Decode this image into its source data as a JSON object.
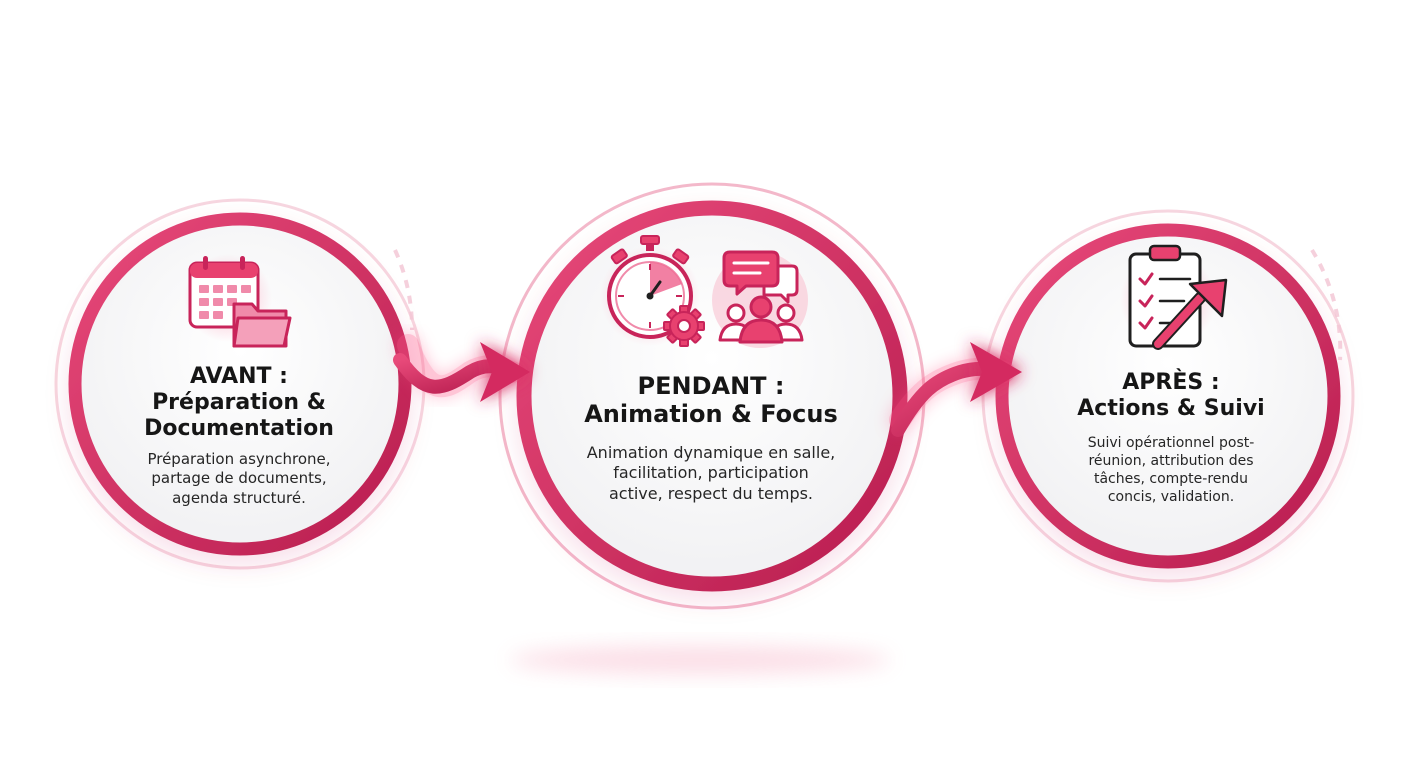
{
  "colors": {
    "accent": "#c8245a",
    "accent_light": "#f06a93",
    "glow": "#ff5c8d",
    "ring_pale": "#f3c4d3",
    "circle_fill": "#f6f6f7"
  },
  "stages": [
    {
      "title_line1": "AVANT :",
      "title_line2": "Préparation &",
      "title_line3": "Documentation",
      "desc_line1": "Préparation asynchrone,",
      "desc_line2": "partage de documents,",
      "desc_line3": "agenda structuré.",
      "icons": [
        "calendar-icon",
        "folder-icon"
      ]
    },
    {
      "title_line1": "PENDANT :",
      "title_line2": "Animation & Focus",
      "desc_line1": "Animation dynamique en salle,",
      "desc_line2": "facilitation, participation",
      "desc_line3": "active, respect du temps.",
      "icons": [
        "stopwatch-icon",
        "gear-icon",
        "chat-bubble-icon",
        "team-icon"
      ]
    },
    {
      "title_line1": "APRÈS :",
      "title_line2": "Actions & Suivi",
      "desc_line1": "Suivi opérationnel post-",
      "desc_line2": "réunion, attribution des",
      "desc_line3": "tâches, compte-rendu",
      "desc_line4": "concis, validation.",
      "icons": [
        "clipboard-checklist-icon",
        "trend-arrow-icon"
      ]
    }
  ]
}
